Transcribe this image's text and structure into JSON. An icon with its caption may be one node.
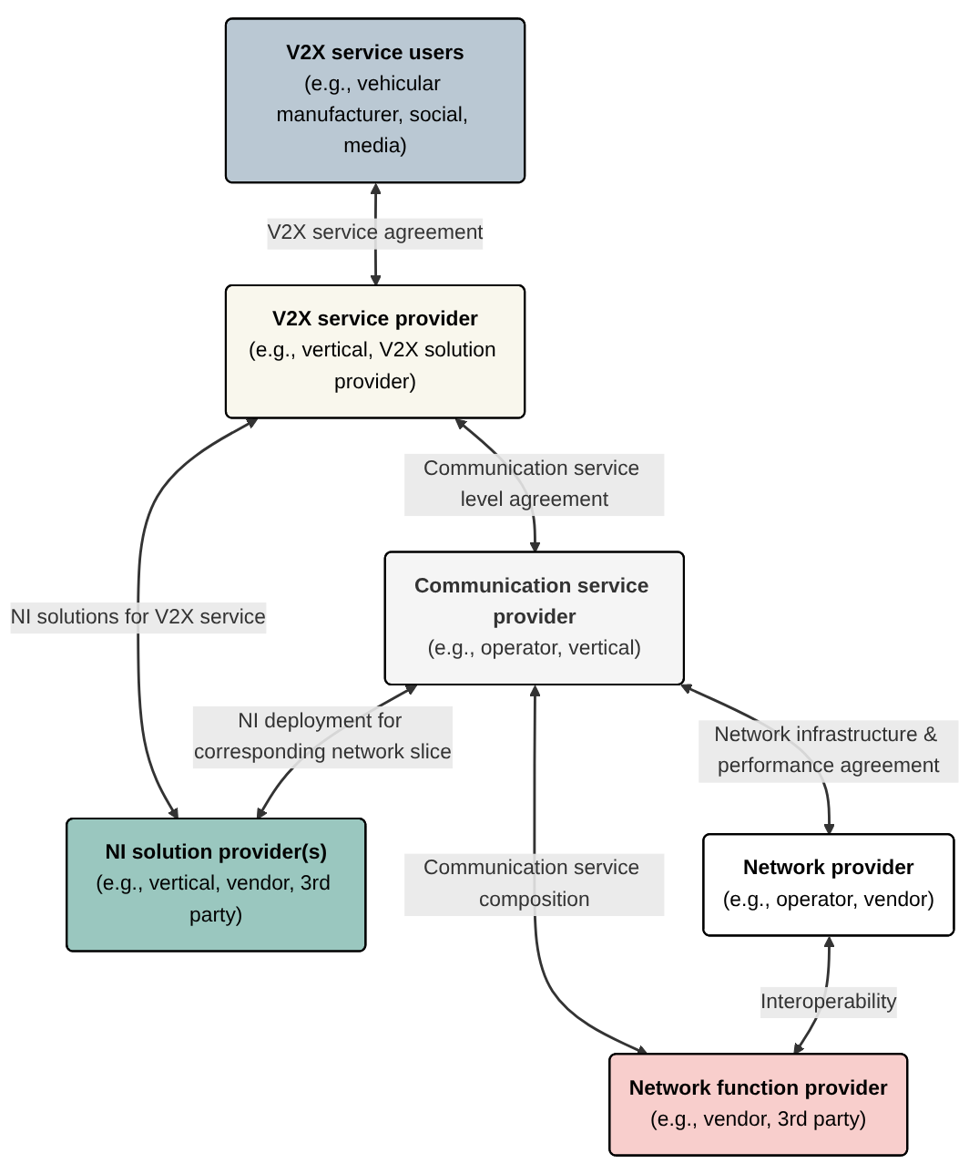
{
  "diagram": {
    "nodes": [
      {
        "text": [
          "V2X service users",
          "(e.g., vehicular manufacturer, social, media)"
        ]
      },
      {
        "text": [
          "V2X service provider",
          "(e.g., vertical, V2X solution provider)"
        ]
      },
      {
        "text": [
          "NI solution provider(s)",
          "(e.g., vertical, vendor, 3rd party)"
        ]
      },
      {
        "text": [
          "Communication service provider",
          "(e.g., operator, vertical)"
        ]
      },
      {
        "text": [
          "Network function provider",
          "(e.g., vendor, 3rd party)"
        ]
      },
      {
        "text": [
          "Network provider",
          "(e.g., operator, vendor)"
        ]
      }
    ],
    "edges": [
      {
        "from": 0,
        "to": 1,
        "arrow": "both",
        "label": "V2X service agreement"
      },
      {
        "from": 1,
        "to": 2,
        "arrow": "both",
        "label": "NI solutions for V2X service"
      },
      {
        "from": 1,
        "to": 3,
        "arrow": "both",
        "label": "Communication service level agreement"
      },
      {
        "from": 3,
        "to": 2,
        "arrow": "both",
        "label": "NI deployment for corresponding network slice"
      },
      {
        "from": 3,
        "to": 4,
        "arrow": "both",
        "label": "Communication service composition"
      },
      {
        "from": 3,
        "to": 5,
        "arrow": "both",
        "label": "Network infrastructure & performance agreement"
      },
      {
        "from": 5,
        "to": 4,
        "arrow": "both",
        "label": "Interoperability"
      }
    ]
  }
}
